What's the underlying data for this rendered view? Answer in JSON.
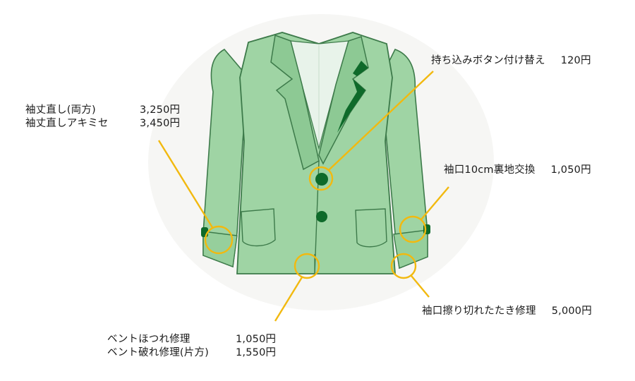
{
  "colors": {
    "jacket_fill": "#9fd4a4",
    "jacket_outline": "#3d7a4a",
    "lapel_fill": "#7fbf86",
    "shirt_fill": "#e8f3ea",
    "button_fill": "#0e6a2a",
    "callout": "#f2b90f",
    "text": "#1a1a1a"
  },
  "icons": [
    "jacket-illustration",
    "callout-circle"
  ],
  "labels": {
    "sleeve": [
      {
        "name": "袖丈直し(両方)",
        "price": "3,250円"
      },
      {
        "name": "袖丈直しアキミセ",
        "price": "3,450円"
      }
    ],
    "vent": [
      {
        "name": "ベントほつれ修理",
        "price": "1,050円"
      },
      {
        "name": "ベント破れ修理(片方)",
        "price": "1,550円"
      }
    ],
    "button": {
      "name": "持ち込みボタン付け替え",
      "price": "120円"
    },
    "cuff_lining": {
      "name": "袖口10cm裏地交換",
      "price": "1,050円"
    },
    "cuff_wear": {
      "name": "袖口擦り切れたたき修理",
      "price": "5,000円"
    }
  }
}
